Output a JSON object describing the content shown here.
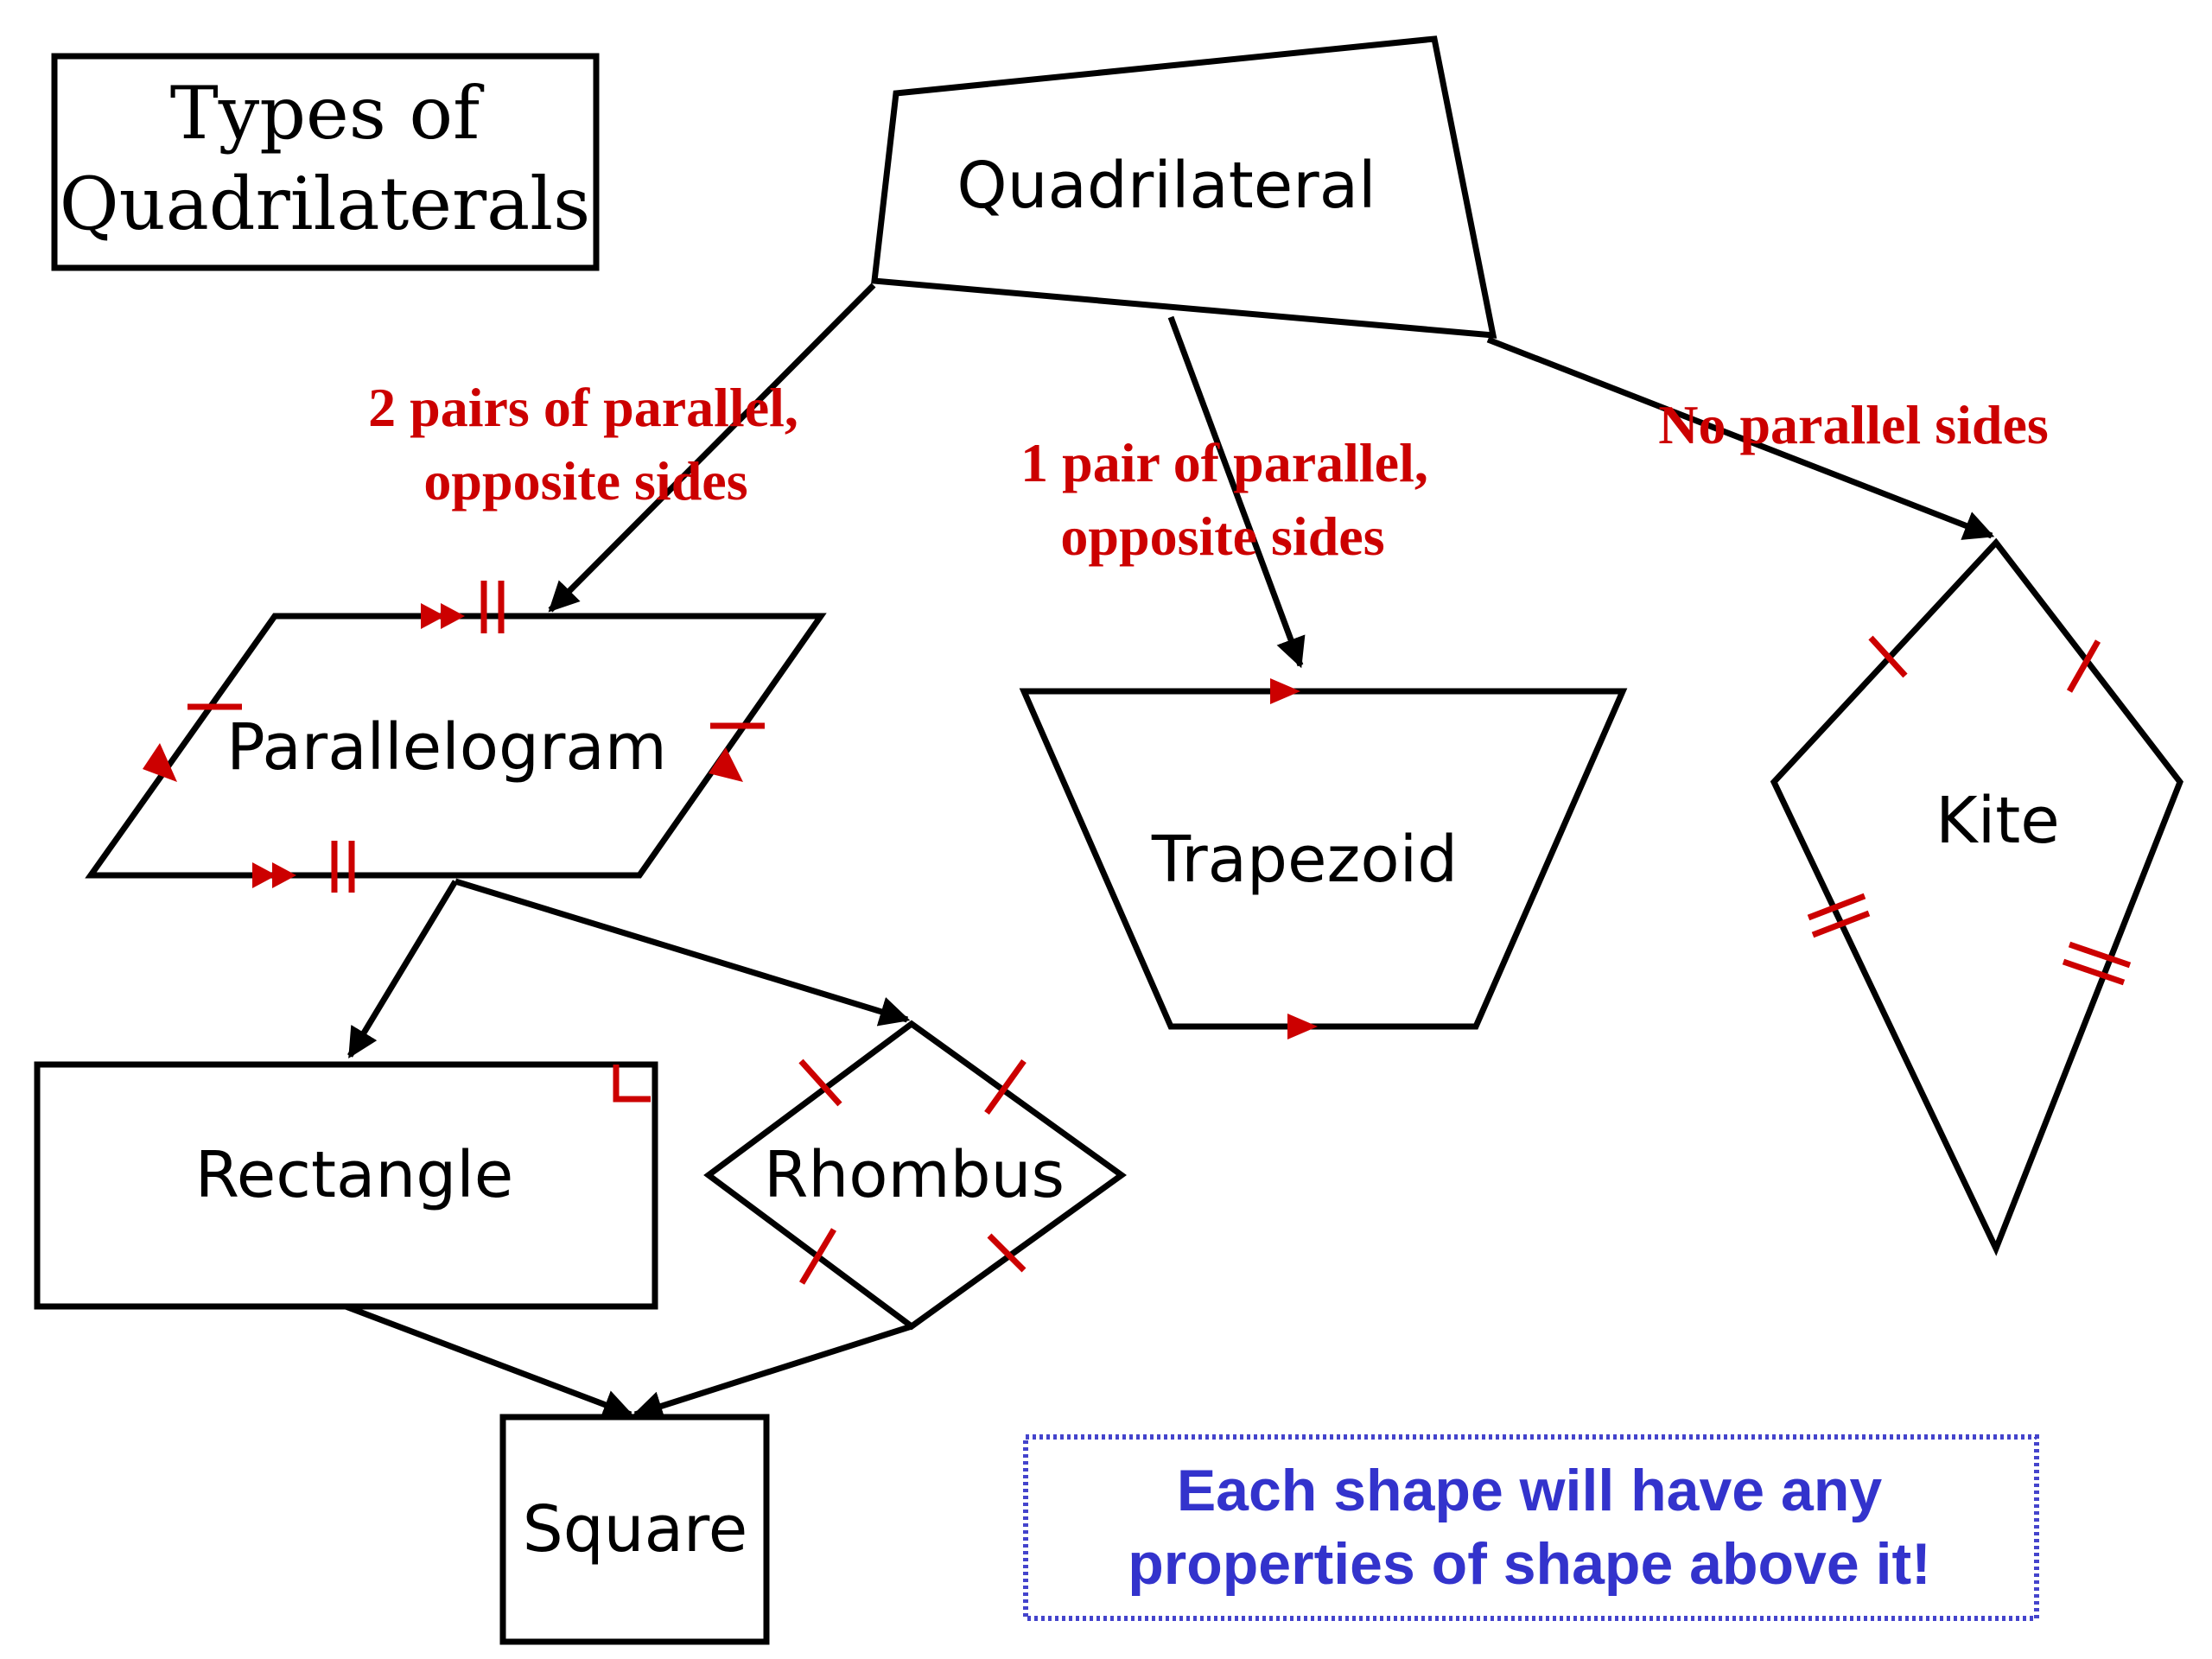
{
  "title": {
    "line1": "Types of",
    "line2": "Quadrilaterals"
  },
  "nodes": {
    "quadrilateral": "Quadrilateral",
    "parallelogram": "Parallelogram",
    "trapezoid": "Trapezoid",
    "kite": "Kite",
    "rectangle": "Rectangle",
    "rhombus": "Rhombus",
    "square": "Square"
  },
  "relations": {
    "two_pairs": {
      "line1": "2 pairs of parallel,",
      "line2": "opposite sides"
    },
    "one_pair": {
      "line1": "1 pair of parallel,",
      "line2": "opposite sides"
    },
    "none": "No parallel sides"
  },
  "note": {
    "line1": "Each shape will have any",
    "line2": "properties of shape above it!"
  },
  "colors": {
    "marks": "#cc0000",
    "note_text": "#3333cc",
    "note_border": "#4444cc",
    "outline": "#000000"
  }
}
